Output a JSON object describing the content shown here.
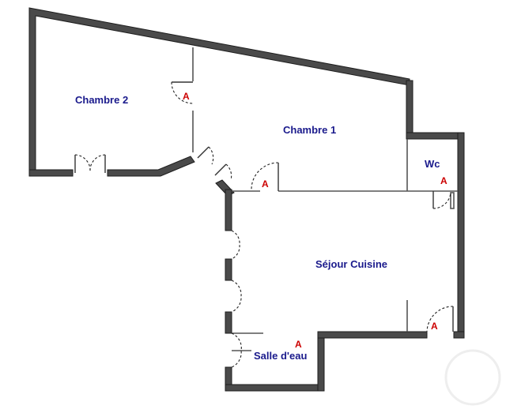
{
  "rooms": {
    "chambre2": "Chambre 2",
    "chambre1": "Chambre 1",
    "wc": "Wc",
    "sejour_cuisine": "Séjour Cuisine",
    "salle_deau": "Salle d'eau"
  },
  "markers": {
    "label": "A",
    "chambre2": "A",
    "chambre1": "A",
    "wc": "A",
    "sejour": "A",
    "salle_deau": "A"
  },
  "colors": {
    "wall": "#4a4a4a",
    "room_label": "#1a1a8c",
    "marker": "#cc0000"
  }
}
